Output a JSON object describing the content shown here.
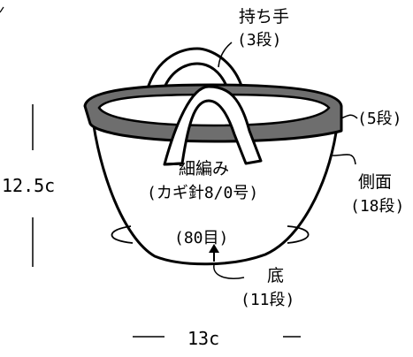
{
  "handle": {
    "name": "持ち手",
    "rows": "(3段)"
  },
  "rim": {
    "rows": "(5段)"
  },
  "body": {
    "technique": "細編み",
    "hook": "(カギ針8/0号)"
  },
  "side": {
    "name": "側面",
    "rows": "(18段)"
  },
  "bottom": {
    "stitches": "(80目)",
    "name": "底",
    "rows": "(11段)"
  },
  "dimensions": {
    "height": "12.5c",
    "width": "13c"
  },
  "colors": {
    "outline": "#000000",
    "rim_band": "#6e6e6e",
    "fill": "#ffffff"
  }
}
